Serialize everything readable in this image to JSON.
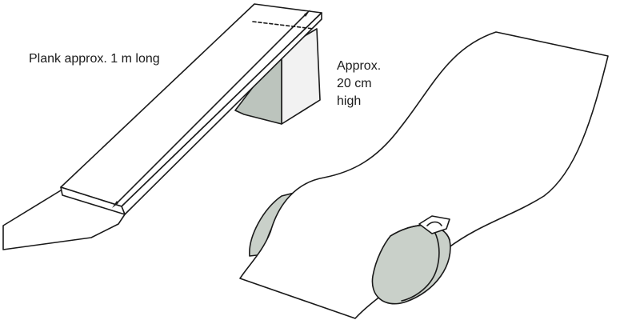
{
  "labels": {
    "plank_length": "Plank approx. 1 m long",
    "height_line1": "Approx.",
    "height_line2": "20 cm",
    "height_line3": "high"
  },
  "colors": {
    "outline": "#1a1a1a",
    "paper": "#ffffff",
    "box_shade": "#bcc4bd",
    "box_side": "#f2f2f2",
    "wheel_shade": "#c9d0c9"
  }
}
